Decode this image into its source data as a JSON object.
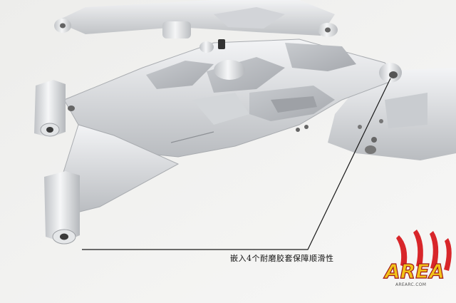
{
  "photo": {
    "subject": "machined-aluminum-suspension-arms",
    "background_color": "#f4f4f2",
    "metal_color": "#d9dadc"
  },
  "annotation": {
    "caption": "嵌入4个耐磨胶套保障顺滑性",
    "leader_color": "#1a1a1a"
  },
  "brand": {
    "logo_text": "AREA",
    "logo_subtext": "AREARC.COM",
    "logo_colors": {
      "claw": "#d8262a",
      "text": "#f2c318"
    }
  }
}
